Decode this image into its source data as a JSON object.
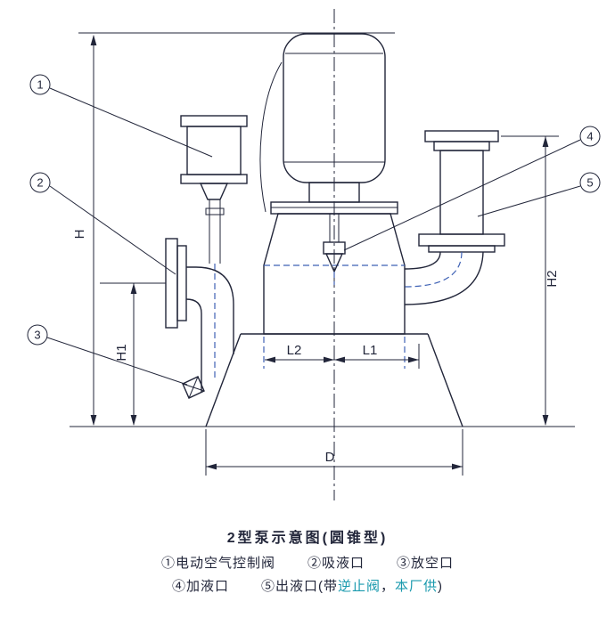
{
  "title": "2型泵示意图(圆锥型)",
  "legend": {
    "item1": "①电动空气控制阀",
    "item2": "②吸液口",
    "item3": "③放空口",
    "item4": "④加液口",
    "item5": {
      "prefix": "⑤出液口(带",
      "accent1": "逆止阀",
      "sep": "，",
      "accent2": "本厂供",
      "suffix": ")"
    }
  },
  "dimensions": {
    "h": "H",
    "h1": "H1",
    "h2": "H2",
    "l1": "L1",
    "l2": "L2",
    "d": "D"
  },
  "callouts": {
    "c1": "1",
    "c2": "2",
    "c3": "3",
    "c4": "4",
    "c5": "5"
  },
  "colors": {
    "line": "#22263a",
    "dashed": "#3f62b5",
    "accent": "#1a9aae",
    "background": "#ffffff"
  }
}
